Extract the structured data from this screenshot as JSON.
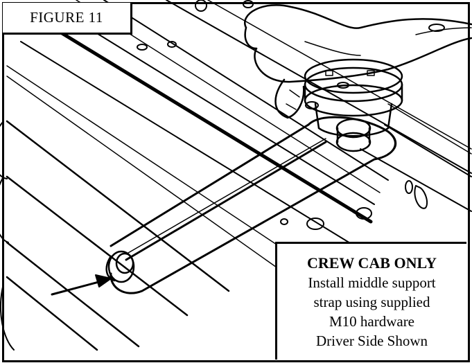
{
  "figure_label": "FIGURE 11",
  "callout": {
    "heading": "CREW CAB ONLY",
    "lines": [
      "Install middle support",
      "strap using supplied",
      "M10 hardware",
      "Driver Side Shown"
    ]
  },
  "colors": {
    "ink": "#000000",
    "paper": "#ffffff"
  }
}
